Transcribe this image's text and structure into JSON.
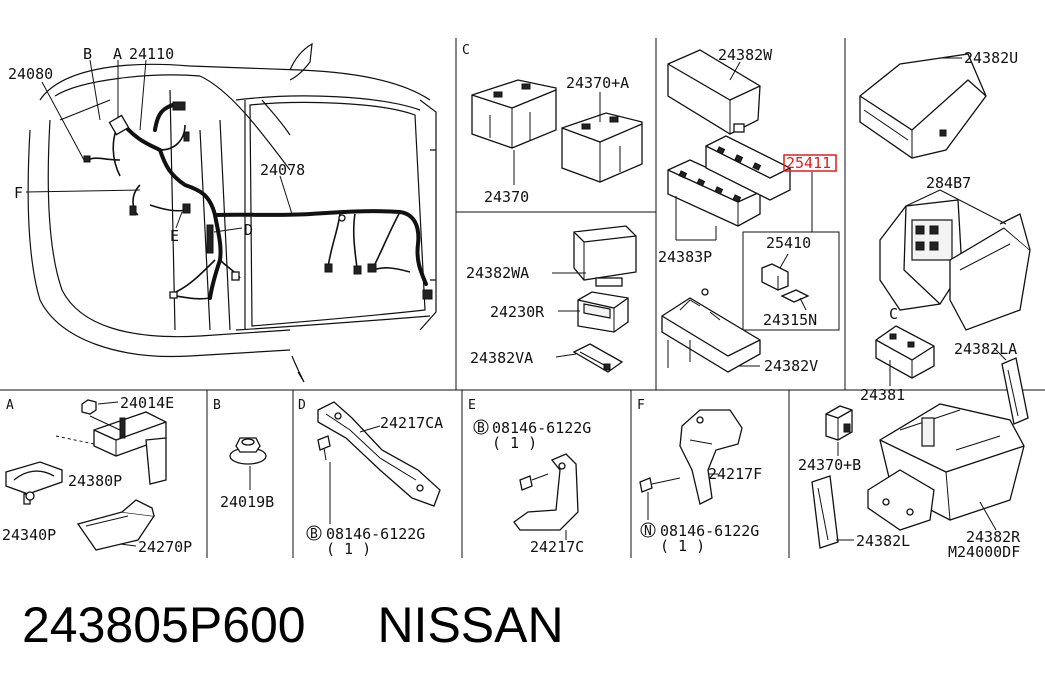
{
  "callouts": {
    "c24080": "24080",
    "cB_top": "B",
    "cA_top": "A",
    "c24110": "24110",
    "cF": "F",
    "c24078": "24078",
    "cE": "E",
    "cD": "D",
    "secC": "C",
    "c24370pA": "24370+A",
    "c24370": "24370",
    "c24382W": "24382W",
    "c25411": "25411",
    "c24383P": "24383P",
    "c25410": "25410",
    "c24315N": "24315N",
    "c24382V": "24382V",
    "c24382U": "24382U",
    "c284B7": "284B7",
    "cC_box": "C",
    "c24382LA": "24382LA",
    "c24381": "24381",
    "c24382WA": "24382WA",
    "c24230R": "24230R",
    "c24382VA": "24382VA",
    "secA": "A",
    "c24014E": "24014E",
    "c24380P": "24380P",
    "c24340P": "24340P",
    "c24270P": "24270P",
    "secB": "B",
    "c24019B": "24019B",
    "secD": "D",
    "c24217CA": "24217CA",
    "cB_bolt_D": "B",
    "c08146_D": "08146-6122G",
    "c1_D": "( 1 )",
    "secE": "E",
    "cB_bolt_E": "B",
    "c08146_E": "08146-6122G",
    "c1_E": "( 1 )",
    "c24217C": "24217C",
    "secF": "F",
    "c24217F": "24217F",
    "cN_bolt_F": "N",
    "c08146_F": "08146-6122G",
    "c1_F": "( 1 )",
    "c24370pB": "24370+B",
    "c24382L": "24382L",
    "c24382R": "24382R",
    "cM24000DF": "M24000DF"
  },
  "footer": {
    "part_number": "243805P600",
    "brand": "NISSAN"
  },
  "colors": {
    "highlight": "#e31b1b",
    "line": "#111111"
  }
}
